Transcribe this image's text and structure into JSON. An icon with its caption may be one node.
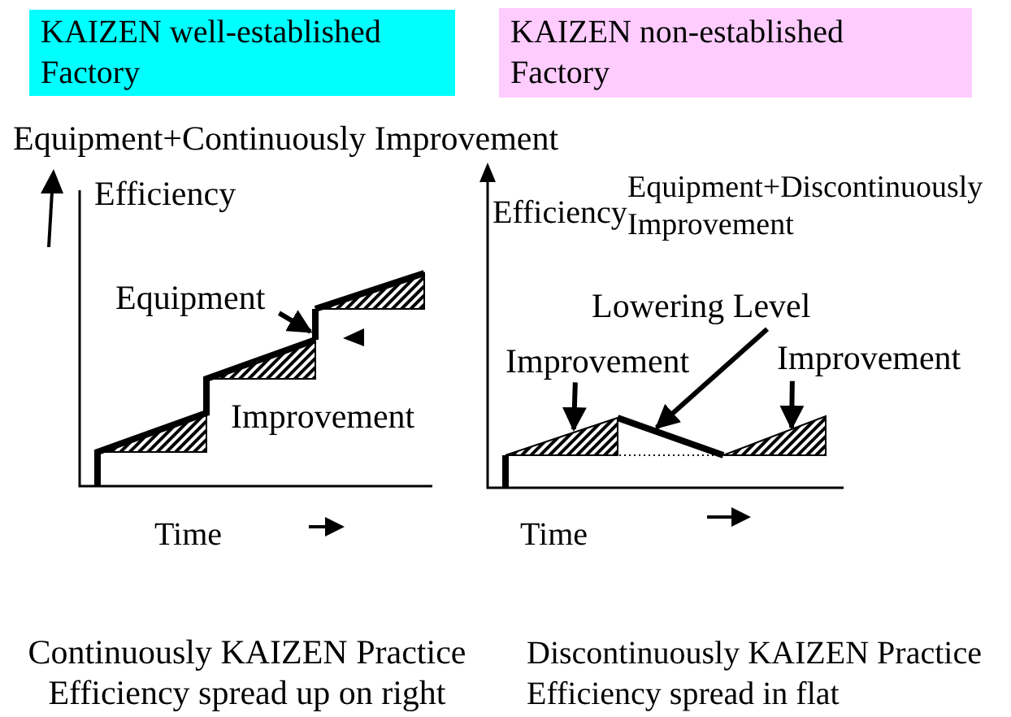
{
  "diagram": {
    "nodes": [
      {
        "text": [
          "KAIZEN well-established Factory"
        ]
      },
      {
        "text": [
          "KAIZEN non-established Factory"
        ]
      },
      {
        "text": [
          "Equipment"
        ]
      },
      {
        "text": [
          "Improvement"
        ]
      },
      {
        "text": [
          "Lowering Level"
        ]
      },
      {
        "text": [
          "Improvement"
        ]
      },
      {
        "text": [],
        "shape": "bar"
      },
      {
        "text": [],
        "shape": "triangle"
      },
      {
        "text": [],
        "shape": "line"
      },
      {
        "text": [],
        "shape": "triangle"
      }
    ],
    "edges": [
      {
        "from": 2,
        "to": 6,
        "arrow": "to"
      },
      {
        "from": 3,
        "to": 7,
        "arrow": "to"
      },
      {
        "from": 4,
        "to": 8,
        "arrow": "to"
      },
      {
        "from": 5,
        "to": 9,
        "arrow": "to"
      }
    ],
    "labels": [
      "Equipment+Continuously Improvement",
      "Efficiency",
      "Equipment+Discontinuously Improvement",
      "Efficiency",
      "Improvement",
      "Time",
      "Time",
      "Continuously KAIZEN Practice",
      "Efficiency spread up on right",
      "Discontinuously KAIZEN Practice",
      "Efficiency spread in flat"
    ]
  }
}
